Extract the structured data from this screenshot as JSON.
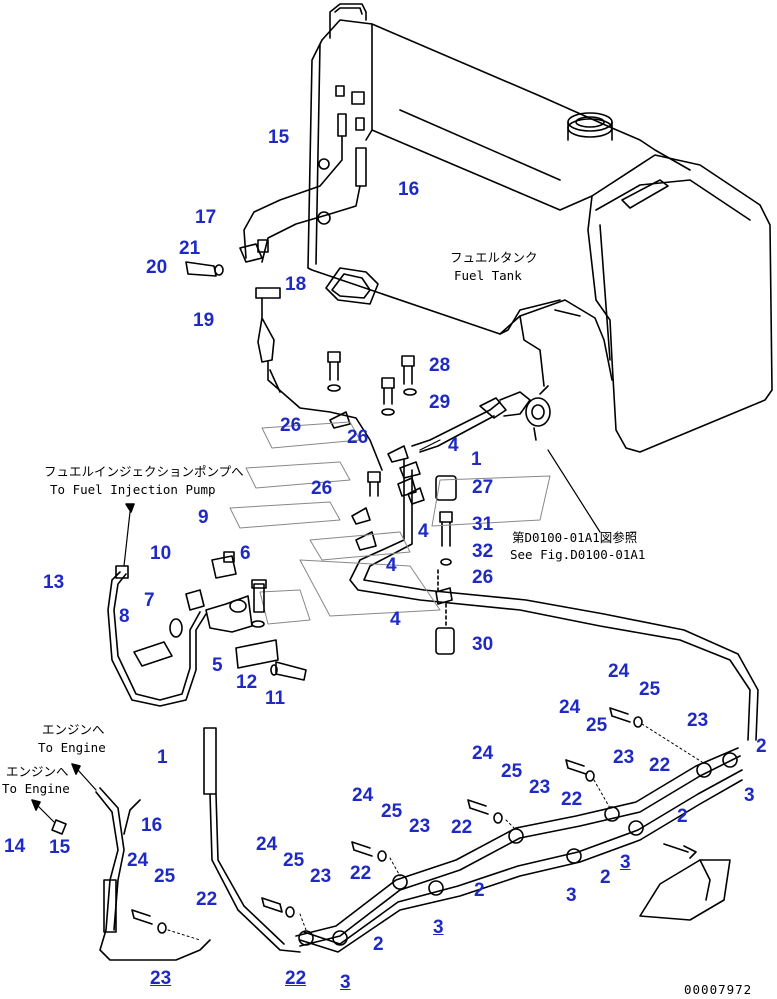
{
  "diagram": {
    "drawing_number": "00007972",
    "colors": {
      "callout": "#1f2ac4",
      "line": "#000000",
      "background": "#ffffff"
    },
    "notes": {
      "fuel_tank_jp": "フュエルタンク",
      "fuel_tank_en": "Fuel Tank",
      "injection_pump_jp": "フュエルインジェクションポンプへ",
      "injection_pump_en": "To Fuel Injection Pump",
      "engine_a_jp": "エンジンへ",
      "engine_a_en": "To Engine",
      "engine_b_jp": "エンジンへ",
      "engine_b_en": "To Engine",
      "see_fig_jp": "第D0100-01A1図参照",
      "see_fig_en": "See Fig.D0100-01A1"
    },
    "callouts": [
      "15",
      "16",
      "17",
      "21",
      "20",
      "18",
      "19",
      "28",
      "29",
      "26",
      "26",
      "1",
      "26",
      "27",
      "4",
      "4",
      "31",
      "32",
      "26",
      "4",
      "4",
      "30",
      "9",
      "10",
      "6",
      "13",
      "7",
      "8",
      "5",
      "12",
      "11",
      "24",
      "25",
      "24",
      "25",
      "23",
      "2",
      "23",
      "22",
      "3",
      "24",
      "25",
      "23",
      "2",
      "22",
      "3",
      "1",
      "24",
      "25",
      "23",
      "22",
      "2",
      "3",
      "24",
      "25",
      "23",
      "22",
      "2",
      "3",
      "14",
      "15",
      "16",
      "24",
      "25",
      "22",
      "23",
      "24",
      "25",
      "23",
      "22",
      "2",
      "3",
      "22",
      "3",
      "23"
    ]
  }
}
